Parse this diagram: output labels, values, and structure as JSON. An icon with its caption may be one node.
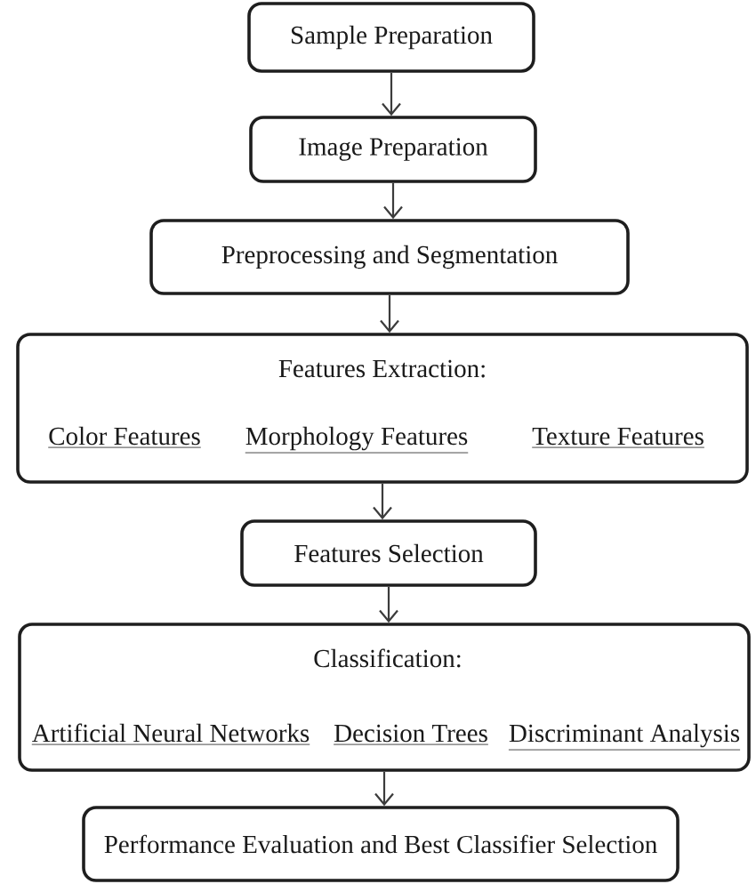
{
  "diagram": {
    "nodes": [
      {
        "text": [
          "Sample Preparation"
        ]
      },
      {
        "text": [
          "Image Preparation"
        ]
      },
      {
        "text": [
          "Preprocessing and Segmentation"
        ]
      },
      {
        "text": [
          "Features Extraction:",
          "Color Features",
          "Morphology Features",
          "Texture Features"
        ]
      },
      {
        "text": [
          "Features Selection"
        ]
      },
      {
        "text": [
          "Classification:",
          "Artificial Neural Networks",
          "Decision Trees",
          "Discriminant Analysis"
        ]
      },
      {
        "text": [
          "Performance Evaluation and Best Classifier Selection"
        ]
      }
    ],
    "edges": [
      {
        "from": 0,
        "to": 1,
        "arrow": "to"
      },
      {
        "from": 1,
        "to": 2,
        "arrow": "to"
      },
      {
        "from": 2,
        "to": 3,
        "arrow": "to"
      },
      {
        "from": 3,
        "to": 4,
        "arrow": "to"
      },
      {
        "from": 4,
        "to": 5,
        "arrow": "to"
      },
      {
        "from": 5,
        "to": 6,
        "arrow": "to"
      }
    ]
  }
}
